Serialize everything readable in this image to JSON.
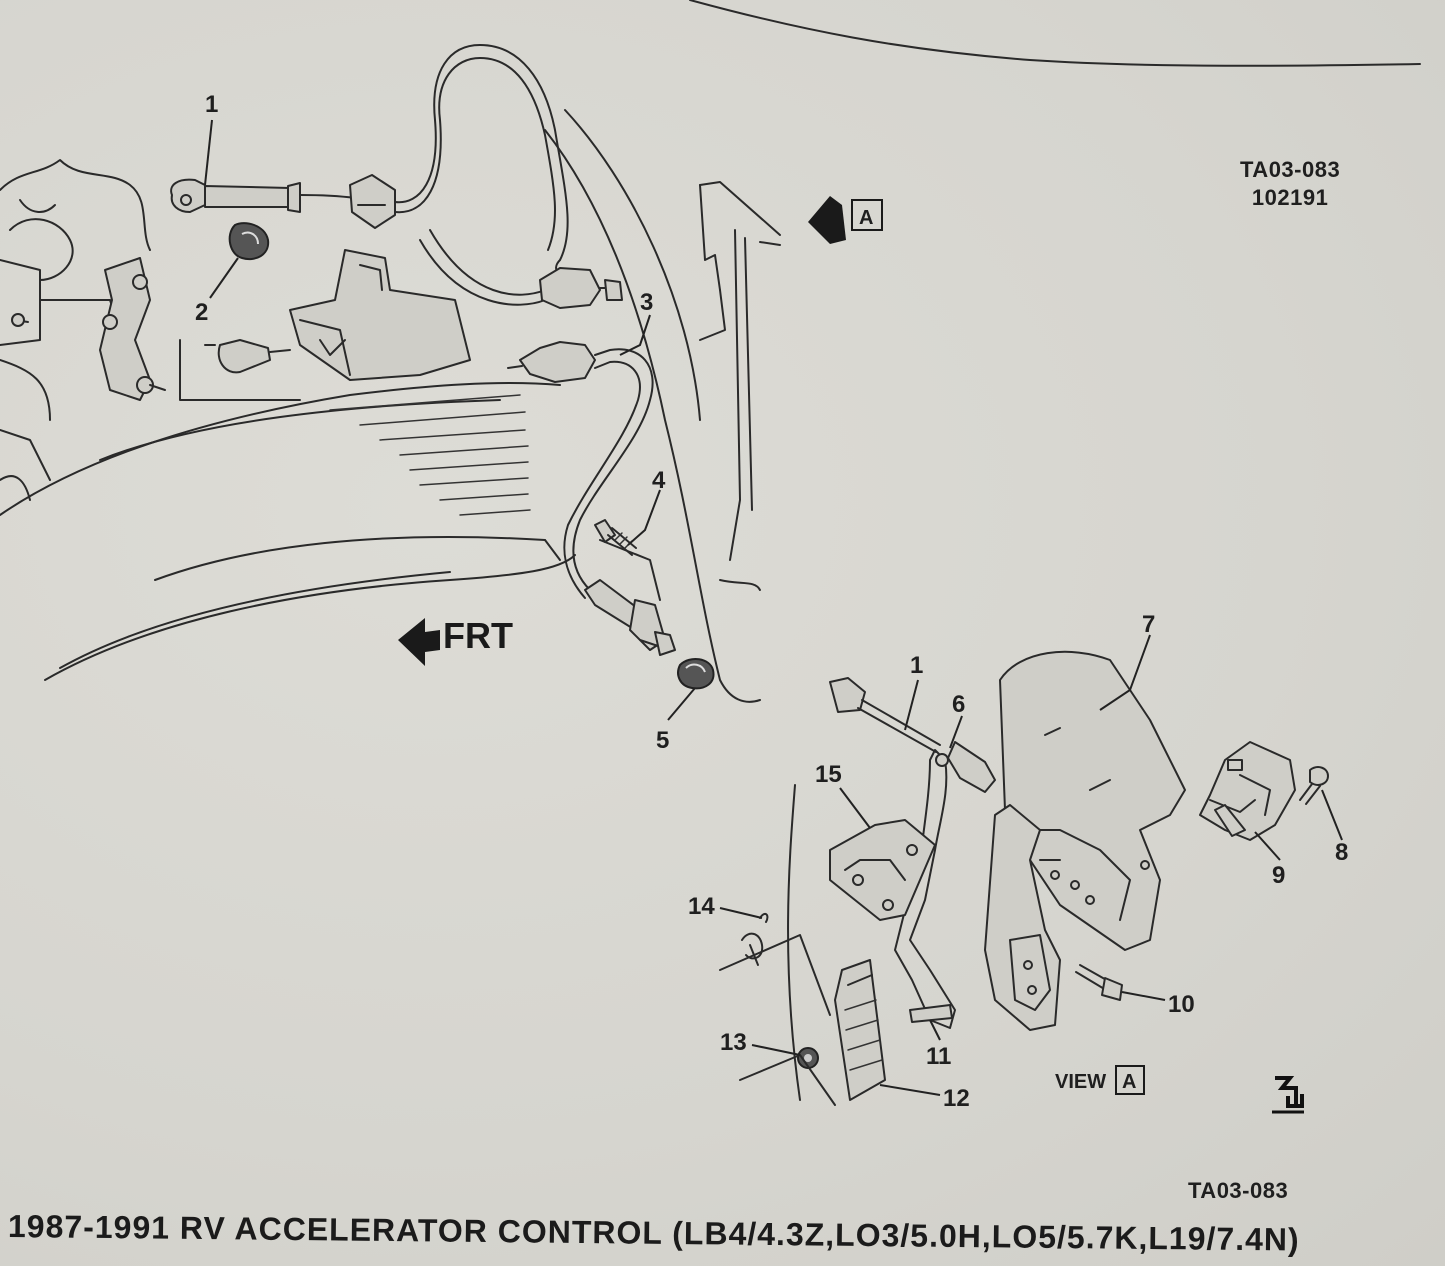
{
  "reference_code_top": "TA03-083",
  "reference_date": "102191",
  "reference_code_bottom": "TA03-083",
  "caption": "1987-1991 RV ACCELERATOR CONTROL (LB4/4.3Z,LO3/5.0H,LO5/5.7K,L19/7.4N)",
  "front_label": "FRT",
  "view_label": "VIEW",
  "view_letter": "A",
  "callouts": {
    "c1a": "1",
    "c2": "2",
    "c3": "3",
    "c4": "4",
    "c5": "5",
    "c1b": "1",
    "c6": "6",
    "c7": "7",
    "c8": "8",
    "c9": "9",
    "c10": "10",
    "c11": "11",
    "c12": "12",
    "c13": "13",
    "c14": "14",
    "c15": "15"
  }
}
